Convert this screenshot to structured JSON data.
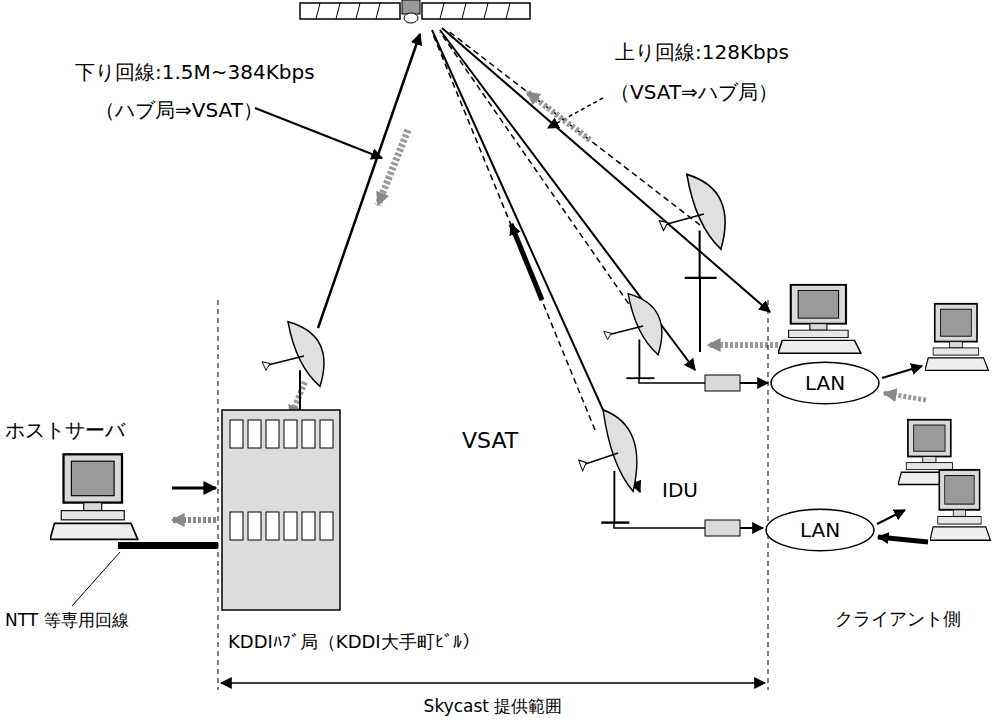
{
  "diagram": {
    "nodes": [
      {
        "text": [
          "ホストサーバ"
        ]
      },
      {
        "text": [
          "KDDIﾊﾌﾞ局（KDDI大手町ﾋﾞﾙ）"
        ]
      },
      {
        "text": [
          "LAN"
        ]
      },
      {
        "text": [
          "LAN"
        ]
      }
    ],
    "edges": [
      {
        "from": 0,
        "to": 1,
        "arrow": "to"
      },
      {
        "from": 1,
        "to": 0,
        "arrow": "to"
      }
    ],
    "labels": [
      "下り回線:1.5M~384Kbps",
      "（ハブ局⇒VSAT）",
      "上り回線:128Kbps",
      "（VSAT⇒ハブ局）",
      "VSAT",
      "IDU",
      "NTT 等専用回線",
      "クライアント側",
      "Skycast 提供範囲"
    ]
  }
}
